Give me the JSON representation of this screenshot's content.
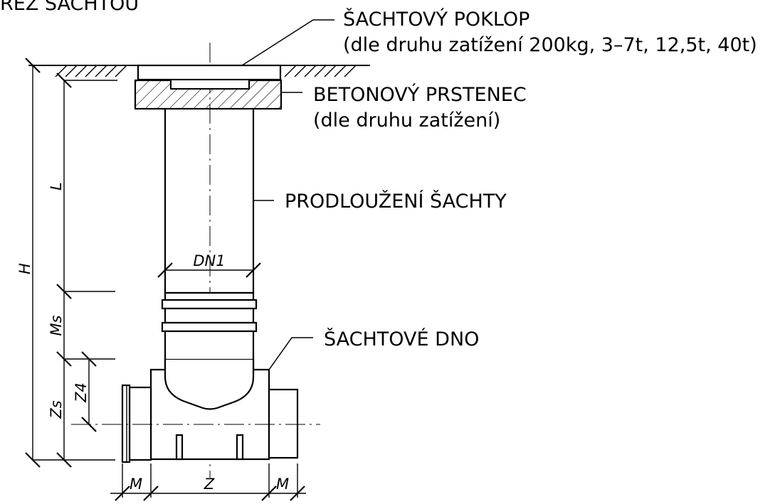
{
  "title": "ŘEZ ŠACHTOU",
  "labels": {
    "cover_line1": "ŠACHTOVÝ POKLOP",
    "cover_line2": "(dle druhu zatížení 200kg, 3–7t, 12,5t, 40t)",
    "ring_line1": "BETONOVÝ PRSTENEC",
    "ring_line2": "(dle druhu zatížení)",
    "extension": "PRODLOUŽENÍ ŠACHTY",
    "base": "ŠACHTOVÉ DNO"
  },
  "dimensions": {
    "h": "H",
    "l": "L",
    "ms": "Ms",
    "zs": "Zs",
    "z4": "Z4",
    "dn1": "DN1",
    "m_left": "M",
    "z": "Z",
    "m_right": "M"
  }
}
